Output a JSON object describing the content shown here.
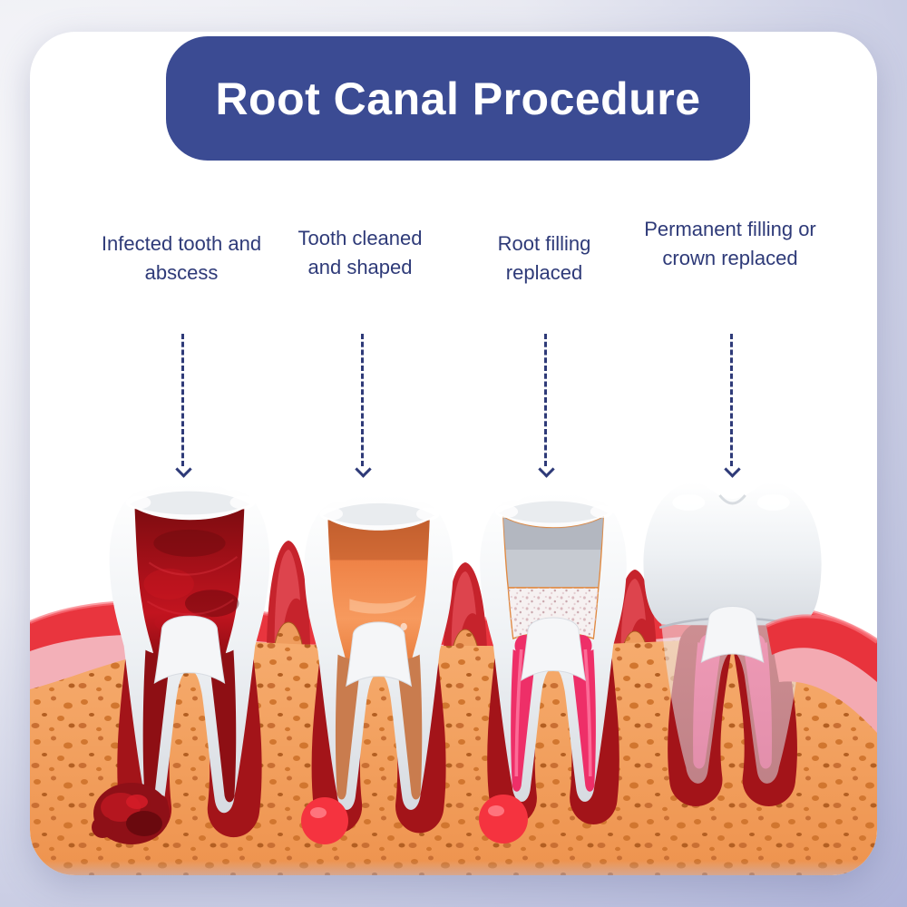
{
  "header": {
    "title": "Root Canal Procedure",
    "banner_bg": "#3b4b93",
    "title_color": "#ffffff"
  },
  "stages": [
    {
      "label": "Infected tooth and abscess",
      "icon": "dashed-down-arrow-icon",
      "tooth_state": "infected-pulp-with-abscess"
    },
    {
      "label": "Tooth cleaned and shaped",
      "icon": "dashed-down-arrow-icon",
      "tooth_state": "cleaned-orange-canal"
    },
    {
      "label": "Root filling replaced",
      "icon": "dashed-down-arrow-icon",
      "tooth_state": "temporary-filling-pink-root-fill"
    },
    {
      "label": "Permanent filling or crown replaced",
      "icon": "dashed-down-arrow-icon",
      "tooth_state": "white-crown-restored"
    }
  ],
  "palette": {
    "background_lavender": "#a7acd6",
    "card_white": "#ffffff",
    "label_text": "#2e3a78",
    "arrow": "#2e3a78",
    "enamel": "#ffffff",
    "enamel_shade": "#d7dbe1",
    "infected_pulp_red": "#a61019",
    "abscess_dark_red": "#8e1017",
    "cleaned_pulp_orange": "#ef8347",
    "temporary_filling_grey": "#c6cad1",
    "sealer_speckle_white": "#f6f1f1",
    "root_filling_pink": "#ee2f68",
    "gum_red": "#e9353e",
    "gum_pink": "#f3b0b8",
    "bone_orange": "#f2a263",
    "bone_speckle": "#d1762f",
    "socket_dark_red": "#a31419"
  }
}
